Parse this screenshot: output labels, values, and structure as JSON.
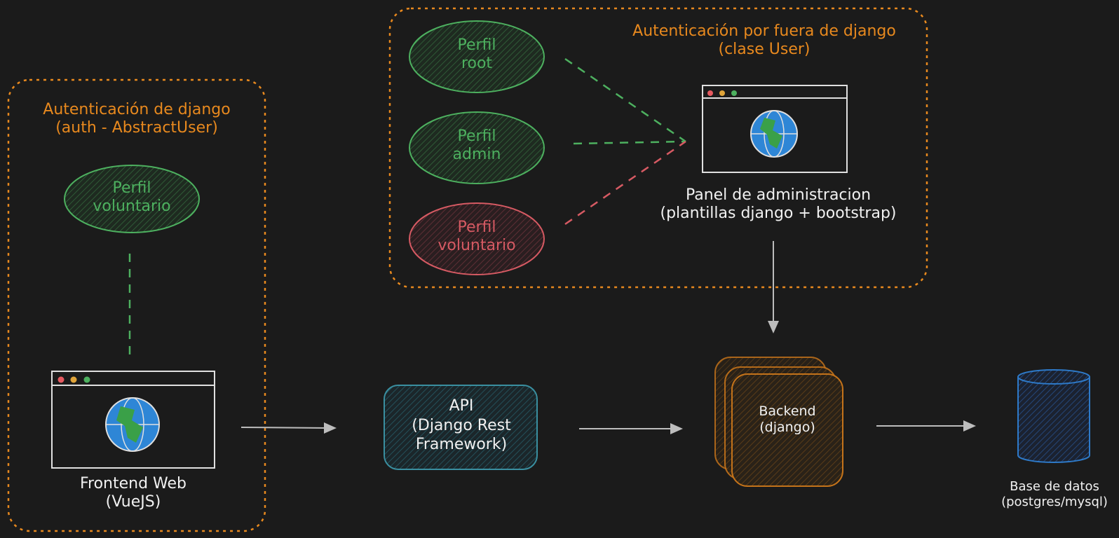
{
  "colors": {
    "background": "#1b1b1b",
    "group_border": "#e8891e",
    "green": "#4db05f",
    "red": "#d65a63",
    "teal": "#3a8fa0",
    "orange": "#c4731a",
    "blue": "#2e7ac9",
    "connector": "#bdbdbd"
  },
  "groups": {
    "django_auth": {
      "title": "Autenticación de django\n(auth - AbstractUser)"
    },
    "external_auth": {
      "title": "Autenticación por fuera de django\n(clase User)"
    }
  },
  "profiles": {
    "voluntario_left": {
      "label": "Perfil\nvoluntario"
    },
    "root": {
      "label": "Perfil\nroot"
    },
    "admin": {
      "label": "Perfil\nadmin"
    },
    "voluntario_right": {
      "label": "Perfil\nvoluntario"
    }
  },
  "nodes": {
    "frontend": {
      "label": "Frontend Web\n(VueJS)",
      "icon": "browser-globe-icon"
    },
    "admin_panel": {
      "label": "Panel de administracion\n(plantillas django + bootstrap)",
      "icon": "browser-globe-icon"
    },
    "api": {
      "label": "API\n(Django Rest\nFramework)"
    },
    "backend": {
      "label": "Backend\n(django)"
    },
    "database": {
      "label": "Base de datos\n(postgres/mysql)",
      "icon": "database-cylinder-icon"
    }
  }
}
